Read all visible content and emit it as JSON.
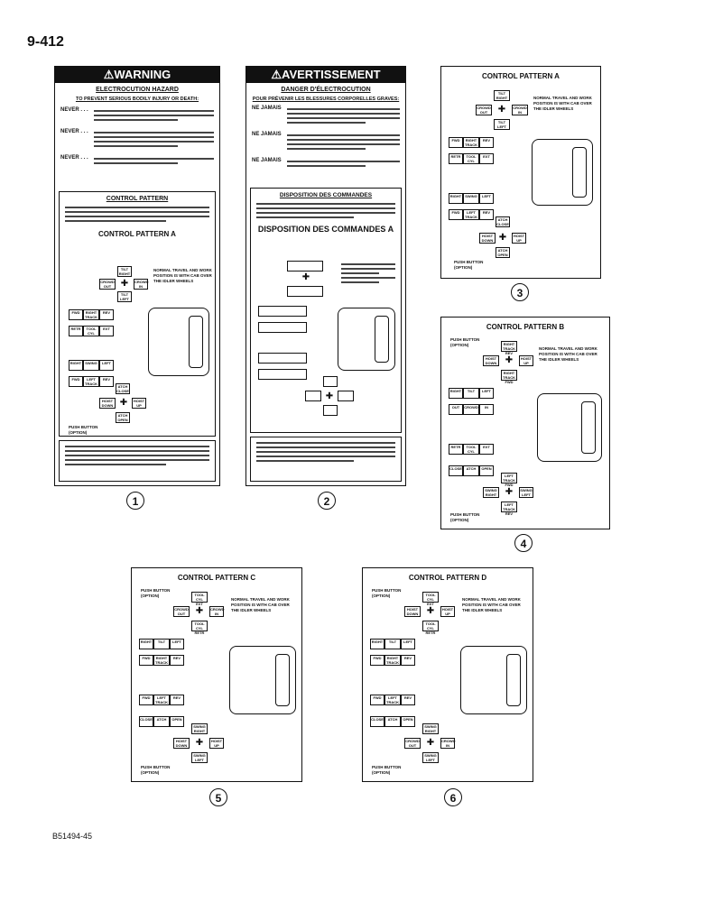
{
  "page_number": "9-412",
  "doc_code": "B51494-45",
  "decal1": {
    "warning": "⚠WARNING",
    "hazard": "ELECTROCUTION HAZARD",
    "sub": "TO PREVENT SERIOUS BODILY INJURY OR DEATH:",
    "never": "NEVER . . .",
    "control_pattern": "CONTROL PATTERN",
    "pattern_title": "CONTROL PATTERN A",
    "circle": "1"
  },
  "decal2": {
    "warning": "⚠AVERTISSEMENT",
    "hazard": "DANGER D'ÉLECTROCUTION",
    "sub": "POUR PRÉVENIR LES BLESSURES CORPORELLES GRAVES:",
    "never": "NE JAMAIS",
    "control_pattern": "DISPOSITION DES COMMANDES",
    "pattern_title": "DISPOSITION DES COMMANDES A",
    "circle": "2"
  },
  "patterns": [
    {
      "title": "CONTROL PATTERN A",
      "circle": "3"
    },
    {
      "title": "CONTROL PATTERN B",
      "circle": "4"
    },
    {
      "title": "CONTROL PATTERN C",
      "circle": "5"
    },
    {
      "title": "CONTROL PATTERN D",
      "circle": "6"
    }
  ],
  "normal_travel": "NORMAL TRAVEL AND WORK POSITION IS WITH CAB OVER THE IDLER WHEELS",
  "push_button": "PUSH BUTTON (OPTION)",
  "keys": {
    "tilt_right": "TILT RIGHT",
    "tilt_left": "TILT LEFT",
    "crowd_out": "CROWD OUT",
    "crowd_in": "CROWD IN",
    "fwd": "FWD",
    "right_track": "RIGHT TRACK",
    "rev": "REV",
    "retr": "RETR",
    "tool_cyl": "TOOL CYL",
    "ext": "EXT",
    "right": "RIGHT",
    "swing": "SWING",
    "left": "LEFT",
    "left_track": "LEFT TRACK",
    "atch_close": "ATCH CLOSE",
    "hoist_down": "HOIST DOWN",
    "hoist_up": "HOIST UP",
    "atch_open": "ATCH OPEN",
    "close": "CLOSE",
    "atch": "ATCH",
    "open": "OPEN",
    "swing_right": "SWING RIGHT",
    "swing_left": "SWING LEFT",
    "tilt": "TILT",
    "out": "OUT",
    "crowd": "CROWD",
    "in": "IN",
    "right_track_fwd": "RIGHT TRACK FWD",
    "right_track_rev": "RIGHT TRACK REV",
    "left_track_fwd": "LEFT TRACK FWD",
    "left_track_rev": "LEFT TRACK REV",
    "tool_cyl_ext": "TOOL CYL EXT",
    "tool_cyl_retr": "TOOL CYL RETR"
  }
}
